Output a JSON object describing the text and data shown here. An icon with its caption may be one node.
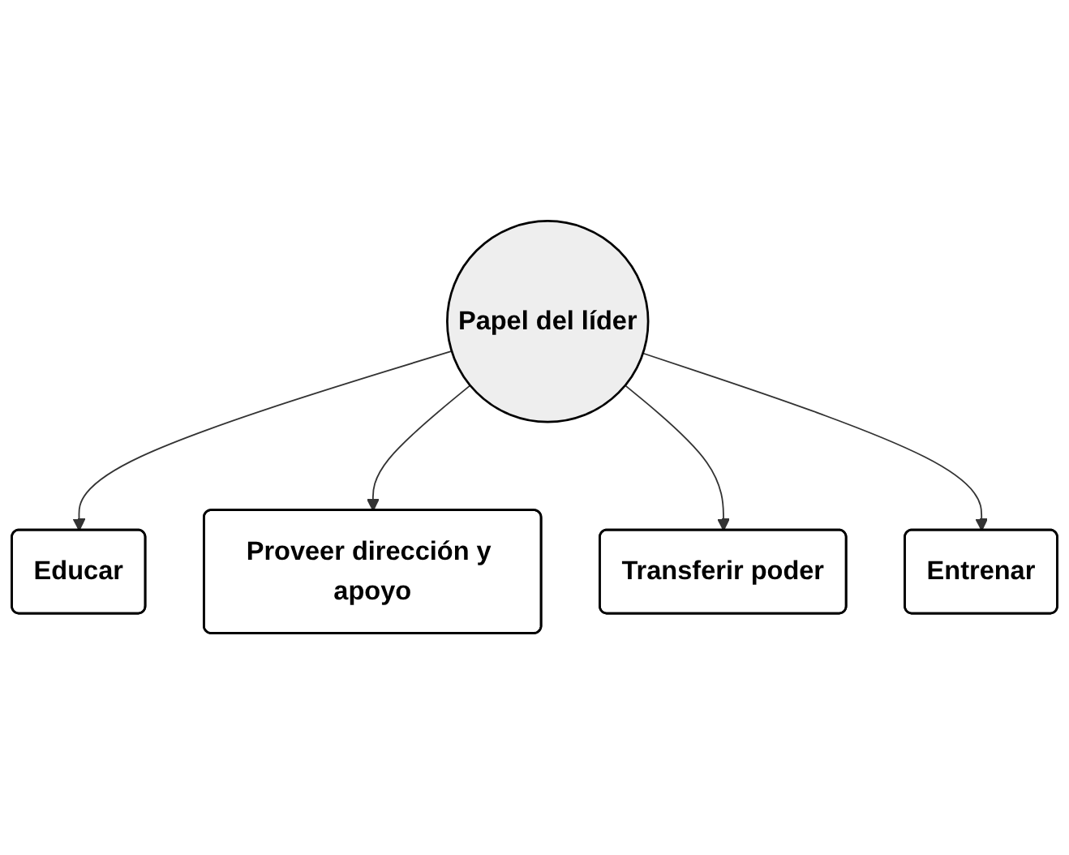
{
  "diagram": {
    "nodes": [
      {
        "text": [
          "Educar"
        ]
      },
      {
        "text": [
          "Proveer dirección y apoyo"
        ]
      },
      {
        "text": [
          "Papel del líder"
        ]
      },
      {
        "text": [
          "Transferir poder"
        ]
      },
      {
        "text": [
          "Entrenar"
        ]
      }
    ],
    "edges": [
      {
        "from": 2,
        "to": 0,
        "arrow": "to"
      },
      {
        "from": 2,
        "to": 1,
        "arrow": "to"
      },
      {
        "from": 2,
        "to": 3,
        "arrow": "to"
      },
      {
        "from": 2,
        "to": 4,
        "arrow": "to"
      }
    ]
  }
}
